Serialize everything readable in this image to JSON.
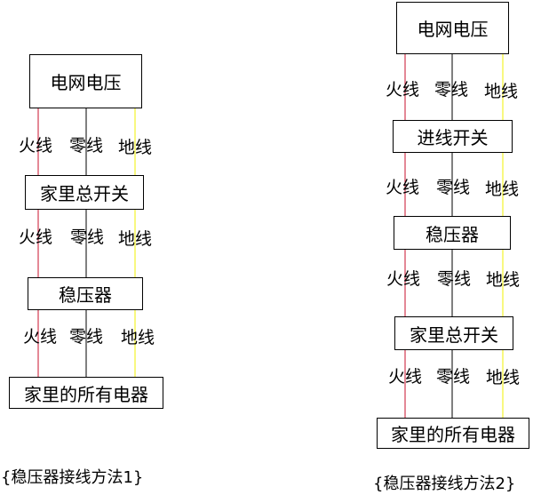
{
  "colors": {
    "live": "#c8102e",
    "neutral": "#000000",
    "ground": "#f2f200"
  },
  "method1": {
    "boxes": [
      "电网电压",
      "家里总开关",
      "稳压器",
      "家里的所有电器"
    ],
    "wire_labels": [
      [
        "火线",
        "零线",
        "地线"
      ],
      [
        "火线",
        "零线",
        "地线"
      ],
      [
        "火线",
        "零线",
        "地线"
      ]
    ],
    "caption": "{稳压器接线方法1}"
  },
  "method2": {
    "boxes": [
      "电网电压",
      "进线开关",
      "稳压器",
      "家里总开关",
      "家里的所有电器"
    ],
    "wire_labels": [
      [
        "火线",
        "零线",
        "地线"
      ],
      [
        "火线",
        "零线",
        "地线"
      ],
      [
        "火线",
        "零线",
        "地线"
      ],
      [
        "火线",
        "零线",
        "地线"
      ]
    ],
    "caption": "{稳压器接线方法2}"
  }
}
